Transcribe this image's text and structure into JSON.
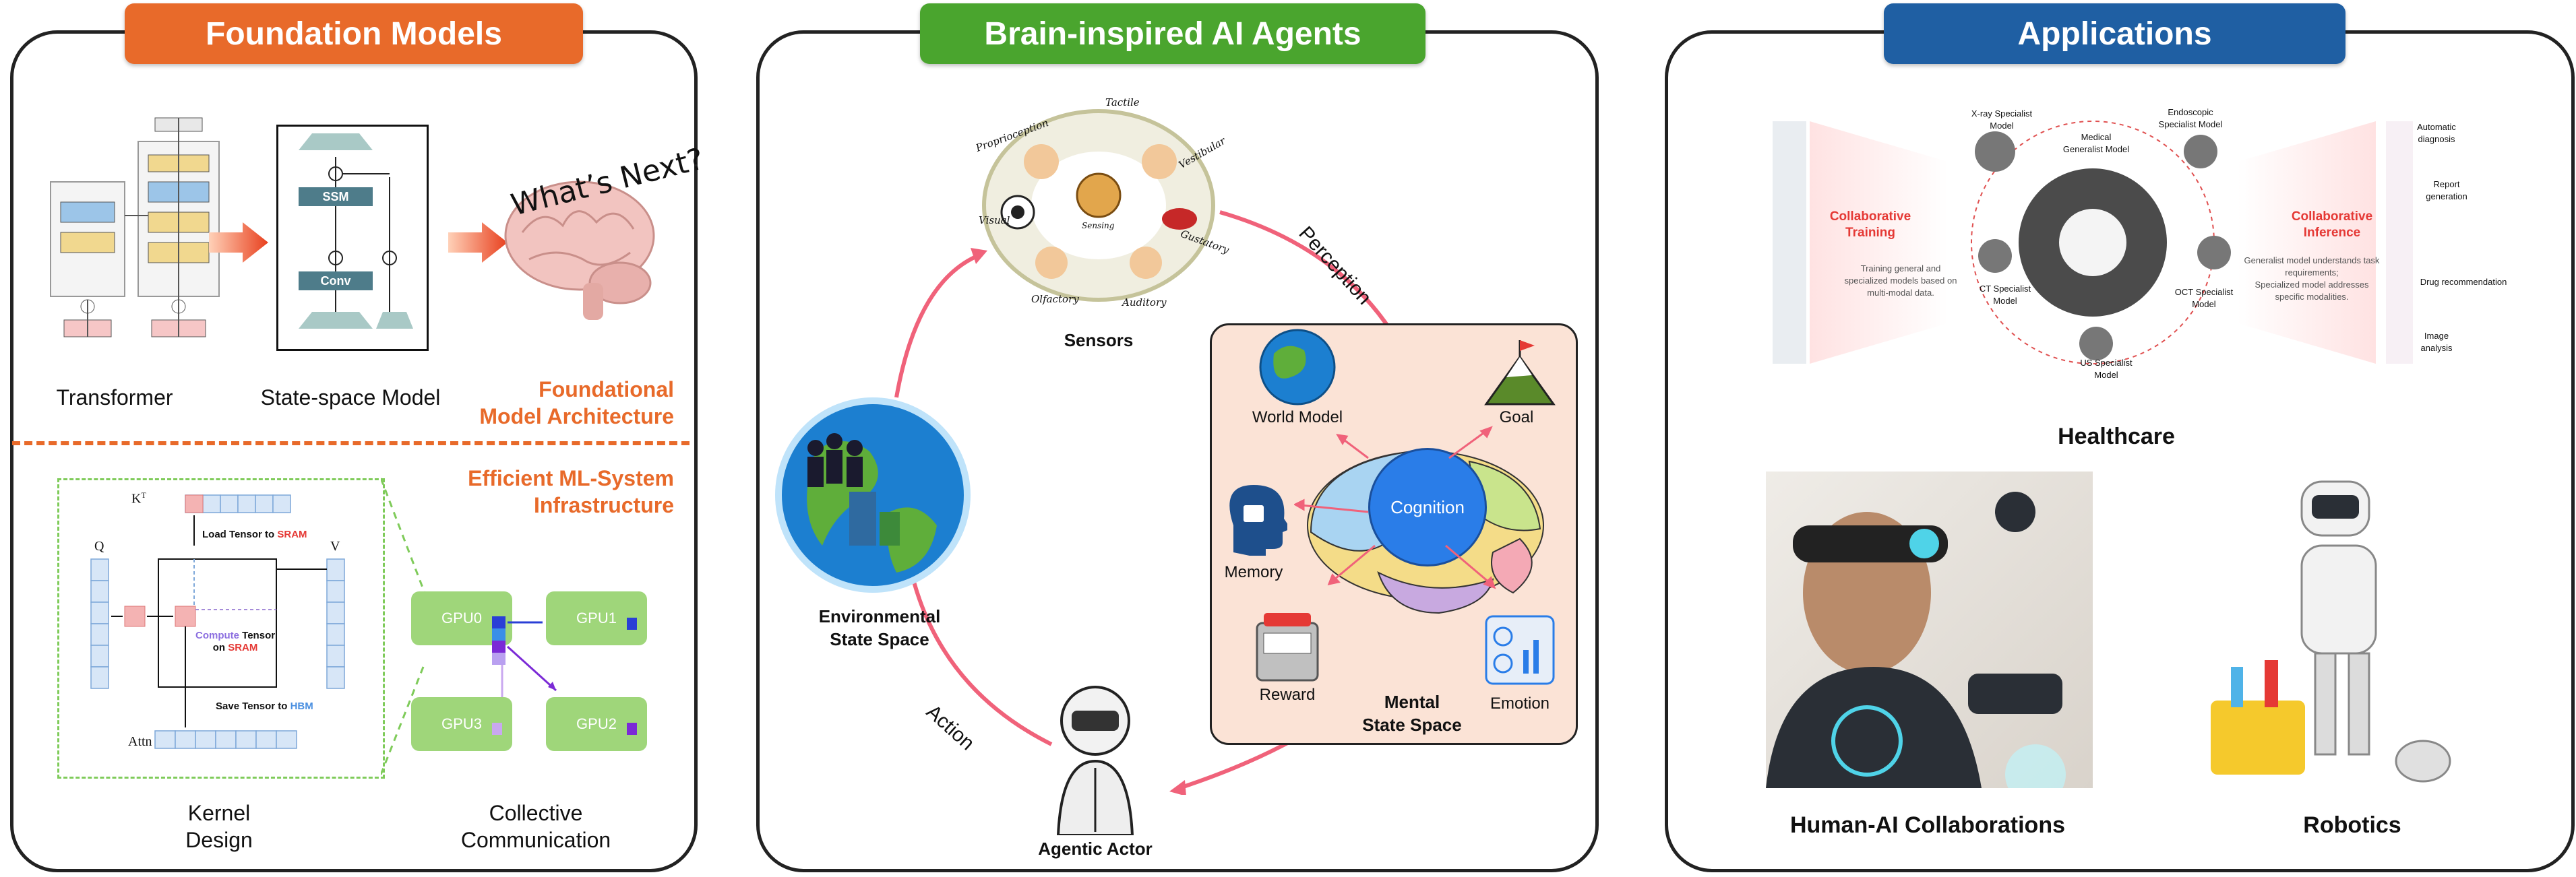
{
  "panels": {
    "foundation": {
      "title": "Foundation Models",
      "labels": {
        "transformer": "Transformer",
        "ssm_model": "State-space Model",
        "whats_next": "What’s Next?",
        "architecture": "Foundational\nModel Architecture",
        "infrastructure": "Efficient ML-System\nInfrastructure",
        "kernel": "Kernel\nDesign",
        "collective": "Collective\nCommunication"
      },
      "ssm_blocks": {
        "ssm": "SSM",
        "conv": "Conv"
      },
      "kernel": {
        "kt": "K",
        "kt_sup": "T",
        "q": "Q",
        "v": "V",
        "attn": "Attn",
        "load_prefix": "Load Tensor to ",
        "load_target": "SRAM",
        "compute_prefix": "Compute",
        "compute_middle": " Tensor",
        "compute_on": "on ",
        "compute_target": "SRAM",
        "save_prefix": "Save Tensor to ",
        "save_target": "HBM"
      },
      "gpus": [
        "GPU0",
        "GPU1",
        "GPU3",
        "GPU2"
      ]
    },
    "agents": {
      "title": "Brain-inspired AI Agents",
      "sensors": "Sensors",
      "senses": [
        "Tactile",
        "Proprioception",
        "Vestibular",
        "Visual",
        "Sensing",
        "Gustatory",
        "Olfactory",
        "Auditory"
      ],
      "perception": "Perception",
      "action": "Action",
      "environment": "Environmental\nState Space",
      "actor": "Agentic Actor",
      "cognition": "Cognition",
      "world_model": "World Model",
      "goal": "Goal",
      "memory": "Memory",
      "reward": "Reward",
      "emotion": "Emotion",
      "mental": "Mental\nState Space"
    },
    "applications": {
      "title": "Applications",
      "healthcare": "Healthcare",
      "hai": "Human-AI Collaborations",
      "robotics": "Robotics",
      "health_diagram": {
        "collab_training": "Collaborative\nTraining",
        "training_desc": "Training general and\nspecialized models based on\nmulti-modal data.",
        "collab_inference": "Collaborative\nInference",
        "inference_desc": "Generalist model understands task\nrequirements;\nSpecialized model addresses\nspecific modalities.",
        "xray": "X-ray Specialist\nModel",
        "endoscopic": "Endoscopic\nSpecialist Model",
        "medical": "Medical\nGeneralist Model",
        "ct": "CT Specialist\nModel",
        "oct": "OCT Specialist\nModel",
        "us": "US Specialist\nModel",
        "outputs": [
          "Automatic\ndiagnosis",
          "Report\ngeneration",
          "Drug recommendation",
          "Image\nanalysis"
        ]
      }
    }
  },
  "colors": {
    "orange": "#e86a2a",
    "green": "#4aa52e",
    "blue": "#1f5fa3",
    "arrow_red": "#f0627a",
    "gpu_green": "#9fd67a",
    "mental_bg": "#fbe3d6"
  }
}
